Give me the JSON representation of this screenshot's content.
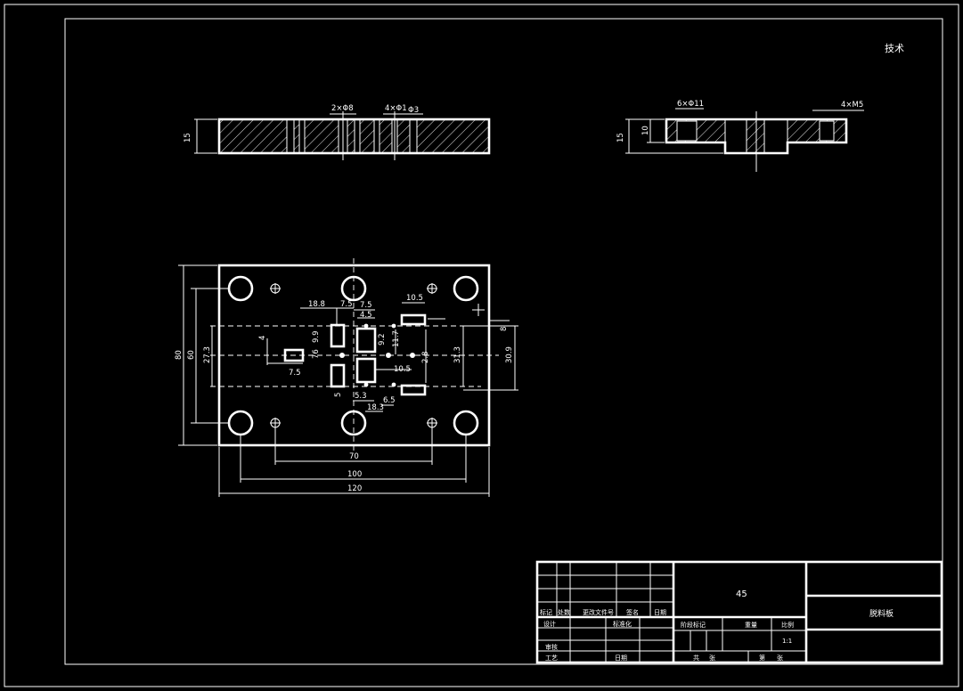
{
  "drawing": {
    "corner_mark": "技术",
    "front_section": {
      "thickness": "15",
      "callouts": [
        "2×Φ8",
        "4×Φ1",
        "Φ3"
      ]
    },
    "side_section": {
      "thickness": "15",
      "inner_height": "10",
      "callouts": [
        "6×Φ11",
        "4×M5"
      ]
    },
    "plan_view": {
      "dimensions": {
        "height_80": "80",
        "height_60": "60",
        "height_27_3": "27.3",
        "v_4": "4",
        "v_9_9": "9.9",
        "v_76": "76",
        "v_9_2": "9.2",
        "v_11_7": "11.7",
        "v_2_8": "2.8",
        "v_31_3": "31.3",
        "v_30_9": "30.9",
        "v_8": "8",
        "v_5": "5",
        "h_18_8": "18.8",
        "h_7_5_a": "7.5",
        "h_7_5_b": "7.5",
        "h_4_5": "4.5",
        "h_10_5_top": "10.5",
        "h_7_5_left": "7.5",
        "h_10_5_bot": "10.5",
        "h_5_3": "5.3",
        "h_18_3": "18.3",
        "h_6_5": "6.5",
        "width_70": "70",
        "width_100": "100",
        "width_120": "120"
      }
    },
    "title_block": {
      "material": "45",
      "part_name": "脱料板",
      "header_labels": [
        "标记",
        "处数",
        "更改文件号",
        "签名",
        "日期"
      ],
      "row_labels": [
        "设计",
        "标准化"
      ],
      "bottom_labels": [
        "审核",
        "工艺",
        "日期"
      ],
      "stage_labels": [
        "阶段标记",
        "重量",
        "比例"
      ],
      "scale": "1:1",
      "sheet_labels": [
        "共",
        "张",
        "第",
        "张"
      ]
    }
  }
}
